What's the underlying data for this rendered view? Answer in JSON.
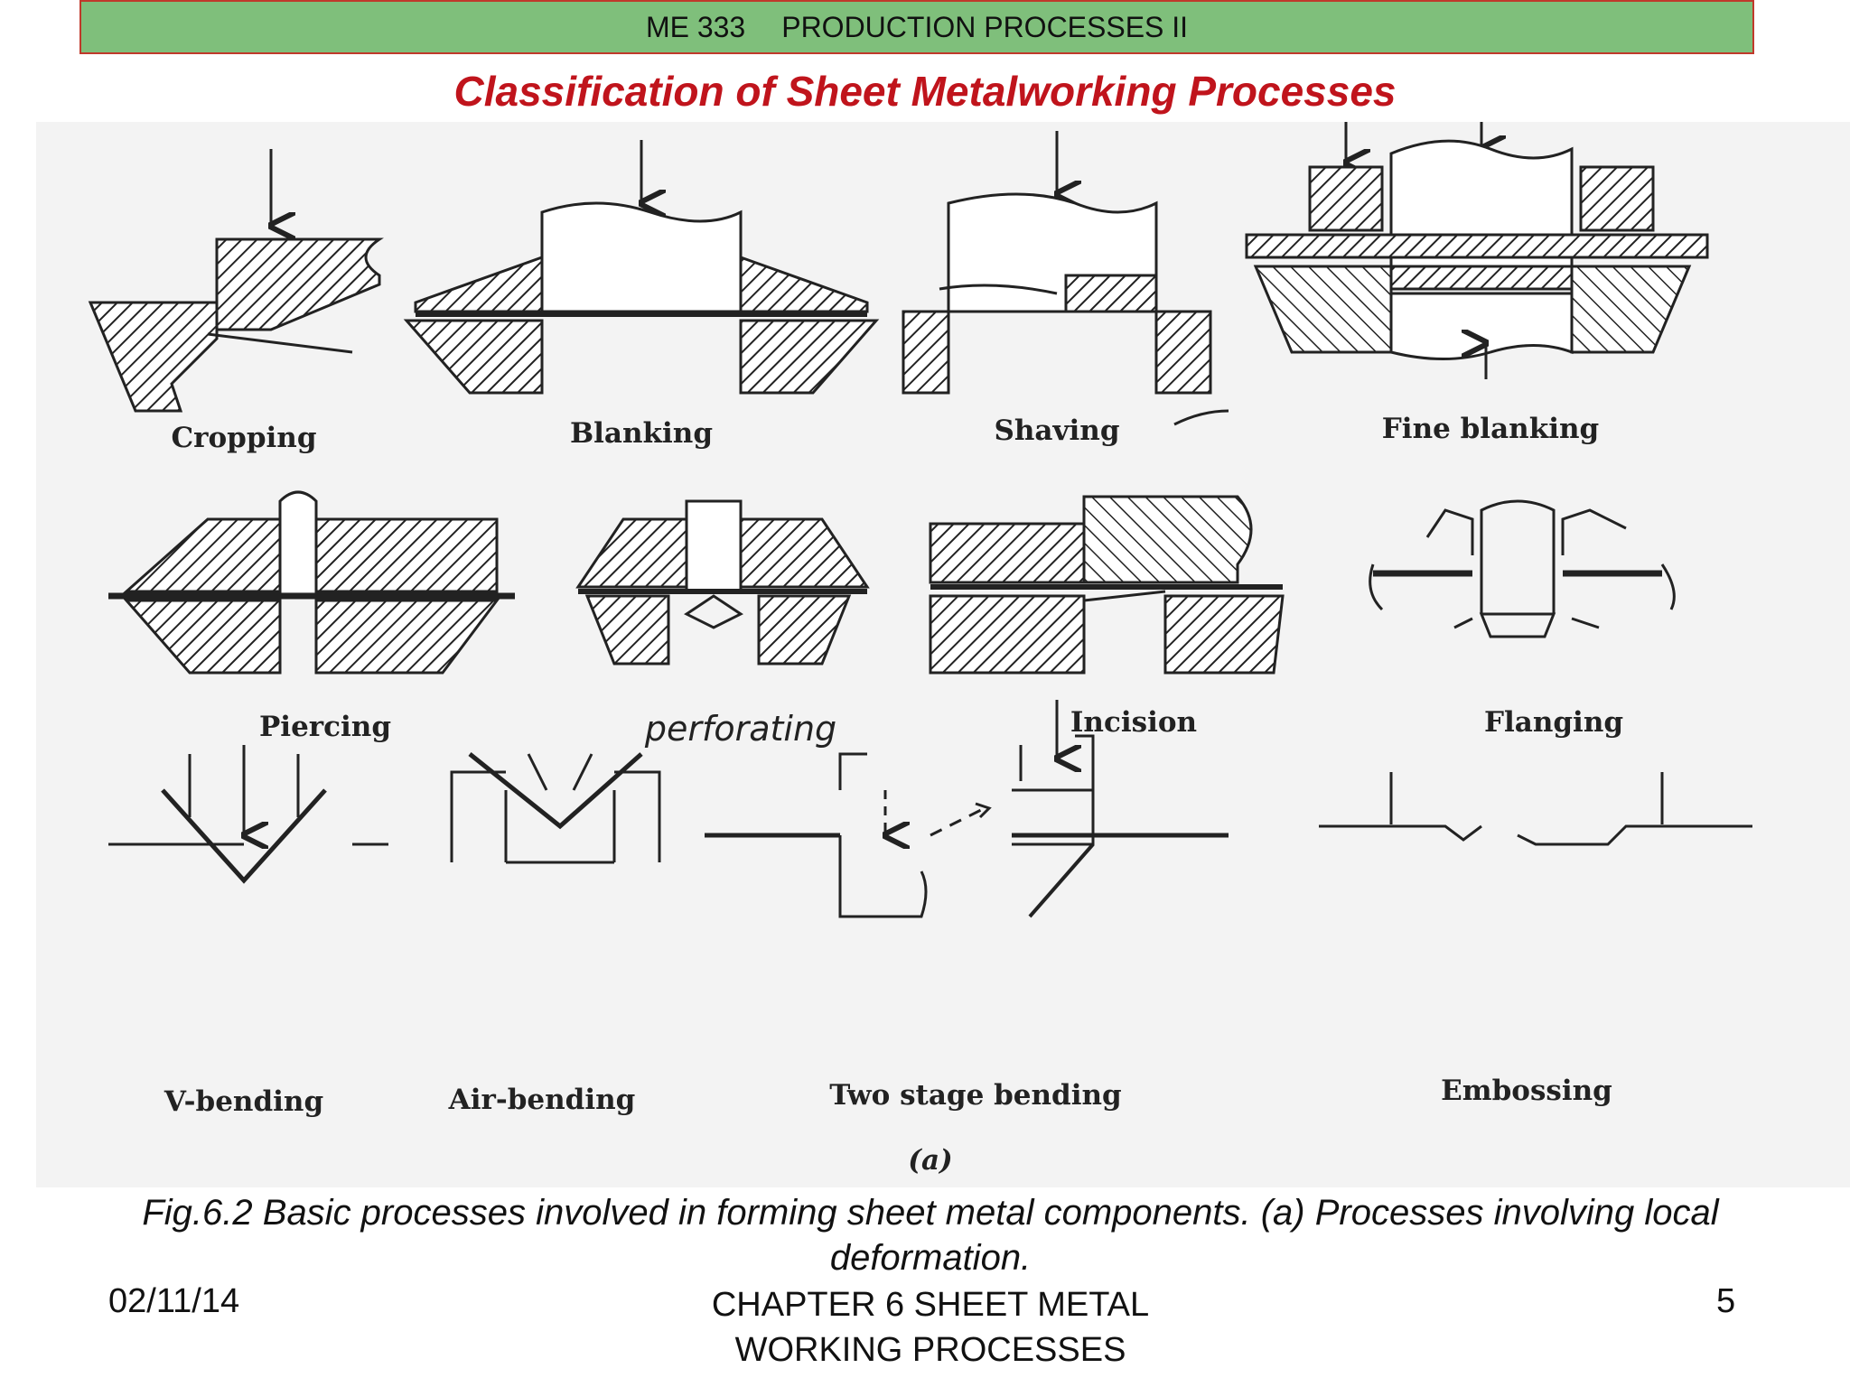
{
  "header": {
    "course": "ME 333",
    "subject": "PRODUCTION PROCESSES II"
  },
  "title": "Classification of Sheet Metalworking Processes",
  "figure": {
    "labels": {
      "cropping": "Cropping",
      "blanking": "Blanking",
      "shaving": "Shaving",
      "fine_blanking": "Fine blanking",
      "piercing": "Piercing",
      "perforating": "perforating",
      "incision": "Incision",
      "flanging": "Flanging",
      "v_bending": "V-bending",
      "air_bending": "Air-bending",
      "two_stage_bending": "Two stage bending",
      "embossing": "Embossing",
      "part": "(a)"
    }
  },
  "caption": "Fig.6.2 Basic processes involved in forming sheet metal components. (a) Processes involving local deformation.",
  "footer": {
    "date": "02/11/14",
    "chapter": "CHAPTER 6 SHEET METAL WORKING PROCESSES",
    "page": "5"
  },
  "colors": {
    "header_bg": "#7fbf7b",
    "header_border": "#c0392b",
    "title": "#c0141c"
  }
}
